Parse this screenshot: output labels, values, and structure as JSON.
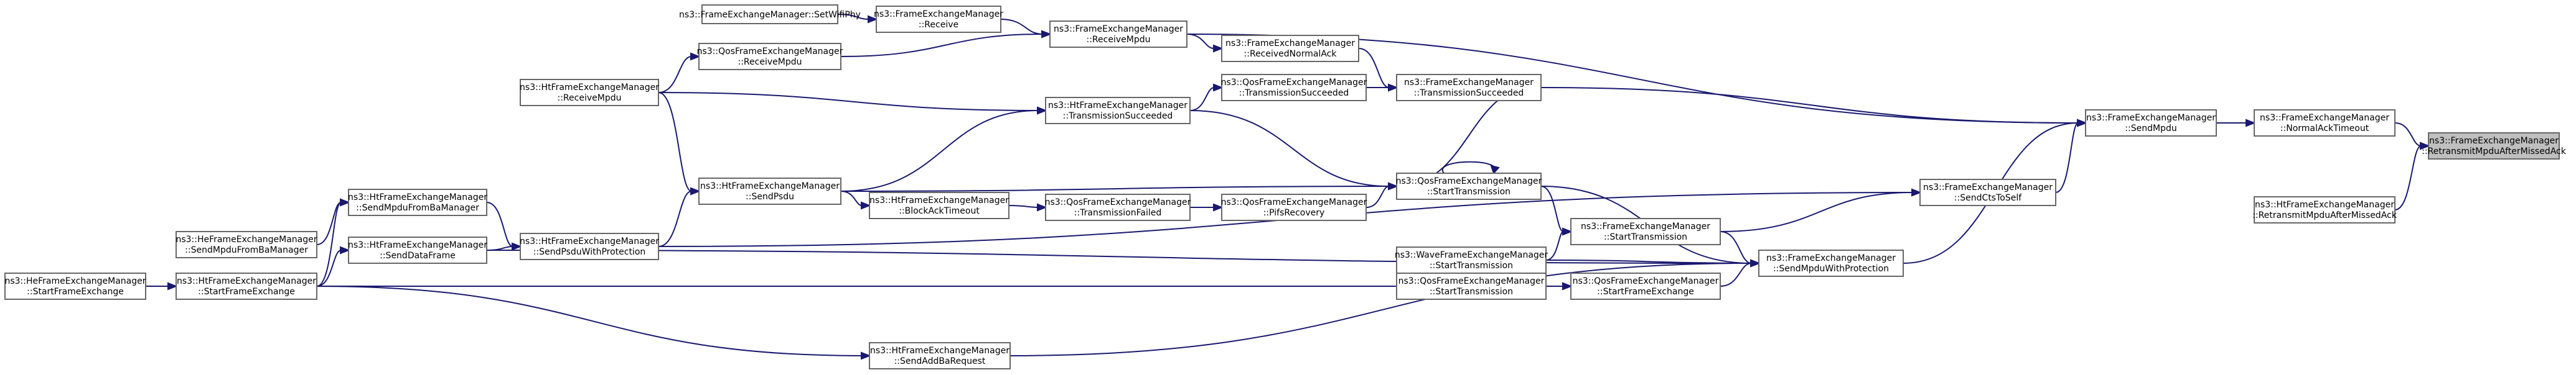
{
  "nodes": [
    {
      "id": "n0",
      "line1": "ns3::FrameExchangeManager",
      "line2": "::RetransmitMpduAfterMissedAck",
      "focus": true
    },
    {
      "id": "n1",
      "line1": "ns3::FrameExchangeManager",
      "line2": "::NormalAckTimeout"
    },
    {
      "id": "n2",
      "line1": "ns3::HtFrameExchangeManager",
      "line2": "::RetransmitMpduAfterMissedAck"
    },
    {
      "id": "n3",
      "line1": "ns3::FrameExchangeManager",
      "line2": "::SendMpdu"
    },
    {
      "id": "n4",
      "line1": "ns3::FrameExchangeManager",
      "line2": "::ReceiveMpdu"
    },
    {
      "id": "n5",
      "line1": "ns3::FrameExchangeManager",
      "line2": "::Receive"
    },
    {
      "id": "n6",
      "line1": "ns3::FrameExchangeManager::SetWifiPhy",
      "line2": ""
    },
    {
      "id": "n7",
      "line1": "ns3::QosFrameExchangeManager",
      "line2": "::ReceiveMpdu"
    },
    {
      "id": "n8",
      "line1": "ns3::HtFrameExchangeManager",
      "line2": "::ReceiveMpdu"
    },
    {
      "id": "n9",
      "line1": "ns3::FrameExchangeManager",
      "line2": "::SendCtsToSelf"
    },
    {
      "id": "n10",
      "line1": "ns3::FrameExchangeManager",
      "line2": "::StartTransmission"
    },
    {
      "id": "n11",
      "line1": "ns3::QosFrameExchangeManager",
      "line2": "::StartTransmission"
    },
    {
      "id": "n12",
      "line1": "ns3::FrameExchangeManager",
      "line2": "::TransmissionSucceeded"
    },
    {
      "id": "n13",
      "line1": "ns3::FrameExchangeManager",
      "line2": "::ReceivedNormalAck"
    },
    {
      "id": "n14",
      "line1": "ns3::QosFrameExchangeManager",
      "line2": "::TransmissionSucceeded"
    },
    {
      "id": "n15",
      "line1": "ns3::HtFrameExchangeManager",
      "line2": "::TransmissionSucceeded"
    },
    {
      "id": "n16",
      "line1": "ns3::HtFrameExchangeManager",
      "line2": "::SendPsdu"
    },
    {
      "id": "n17",
      "line1": "ns3::HtFrameExchangeManager",
      "line2": "::SendPsduWithProtection"
    },
    {
      "id": "n18",
      "line1": "ns3::HtFrameExchangeManager",
      "line2": "::SendMpduFromBaManager"
    },
    {
      "id": "n19",
      "line1": "ns3::HeFrameExchangeManager",
      "line2": "::SendMpduFromBaManager"
    },
    {
      "id": "n20",
      "line1": "ns3::HtFrameExchangeManager",
      "line2": "::StartFrameExchange"
    },
    {
      "id": "n21",
      "line1": "ns3::HeFrameExchangeManager",
      "line2": "::StartFrameExchange"
    },
    {
      "id": "n22",
      "line1": "ns3::HtFrameExchangeManager",
      "line2": "::SendDataFrame"
    },
    {
      "id": "n23",
      "line1": "ns3::HtFrameExchangeManager",
      "line2": "::BlockAckTimeout"
    },
    {
      "id": "n24",
      "line1": "ns3::QosFrameExchangeManager",
      "line2": "::TransmissionFailed"
    },
    {
      "id": "n25",
      "line1": "ns3::QosFrameExchangeManager",
      "line2": "::PifsRecovery"
    },
    {
      "id": "n26",
      "line1": "ns3::WaveFrameExchangeManager",
      "line2": "::StartTransmission"
    },
    {
      "id": "n27",
      "line1": "ns3::FrameExchangeManager",
      "line2": "::SendMpduWithProtection"
    },
    {
      "id": "n28",
      "line1": "ns3::QosFrameExchangeManager",
      "line2": "::StartFrameExchange"
    },
    {
      "id": "n29",
      "line1": "ns3::QosFrameExchangeManager",
      "line2": "::StartTransmission"
    },
    {
      "id": "n30",
      "line1": "ns3::HtFrameExchangeManager",
      "line2": "::SendAddBaRequest"
    }
  ],
  "edges": [
    {
      "from": "n0",
      "to": "n1"
    },
    {
      "from": "n0",
      "to": "n2"
    },
    {
      "from": "n1",
      "to": "n3"
    },
    {
      "from": "n3",
      "to": "n4"
    },
    {
      "from": "n3",
      "to": "n12"
    },
    {
      "from": "n3",
      "to": "n9"
    },
    {
      "from": "n3",
      "to": "n27"
    },
    {
      "from": "n4",
      "to": "n5"
    },
    {
      "from": "n4",
      "to": "n7"
    },
    {
      "from": "n5",
      "to": "n6"
    },
    {
      "from": "n7",
      "to": "n8"
    },
    {
      "from": "n9",
      "to": "n10"
    },
    {
      "from": "n9",
      "to": "n17"
    },
    {
      "from": "n10",
      "to": "n11"
    },
    {
      "from": "n10",
      "to": "n26"
    },
    {
      "from": "n11",
      "to": "n11"
    },
    {
      "from": "n11",
      "to": "n15"
    },
    {
      "from": "n11",
      "to": "n16"
    },
    {
      "from": "n12",
      "to": "n13"
    },
    {
      "from": "n12",
      "to": "n14"
    },
    {
      "from": "n12",
      "to": "n11"
    },
    {
      "from": "n13",
      "to": "n4"
    },
    {
      "from": "n14",
      "to": "n15"
    },
    {
      "from": "n15",
      "to": "n16"
    },
    {
      "from": "n15",
      "to": "n8"
    },
    {
      "from": "n16",
      "to": "n8"
    },
    {
      "from": "n16",
      "to": "n17"
    },
    {
      "from": "n17",
      "to": "n18"
    },
    {
      "from": "n17",
      "to": "n22"
    },
    {
      "from": "n18",
      "to": "n19"
    },
    {
      "from": "n18",
      "to": "n20"
    },
    {
      "from": "n20",
      "to": "n21"
    },
    {
      "from": "n22",
      "to": "n20"
    },
    {
      "from": "n23",
      "to": "n16"
    },
    {
      "from": "n24",
      "to": "n23"
    },
    {
      "from": "n25",
      "to": "n24"
    },
    {
      "from": "n11",
      "to": "n25"
    },
    {
      "from": "n27",
      "to": "n10"
    },
    {
      "from": "n27",
      "to": "n11"
    },
    {
      "from": "n27",
      "to": "n22"
    },
    {
      "from": "n27",
      "to": "n26"
    },
    {
      "from": "n27",
      "to": "n28"
    },
    {
      "from": "n27",
      "to": "n30"
    },
    {
      "from": "n28",
      "to": "n29"
    },
    {
      "from": "n28",
      "to": "n20"
    },
    {
      "from": "n30",
      "to": "n20"
    }
  ]
}
